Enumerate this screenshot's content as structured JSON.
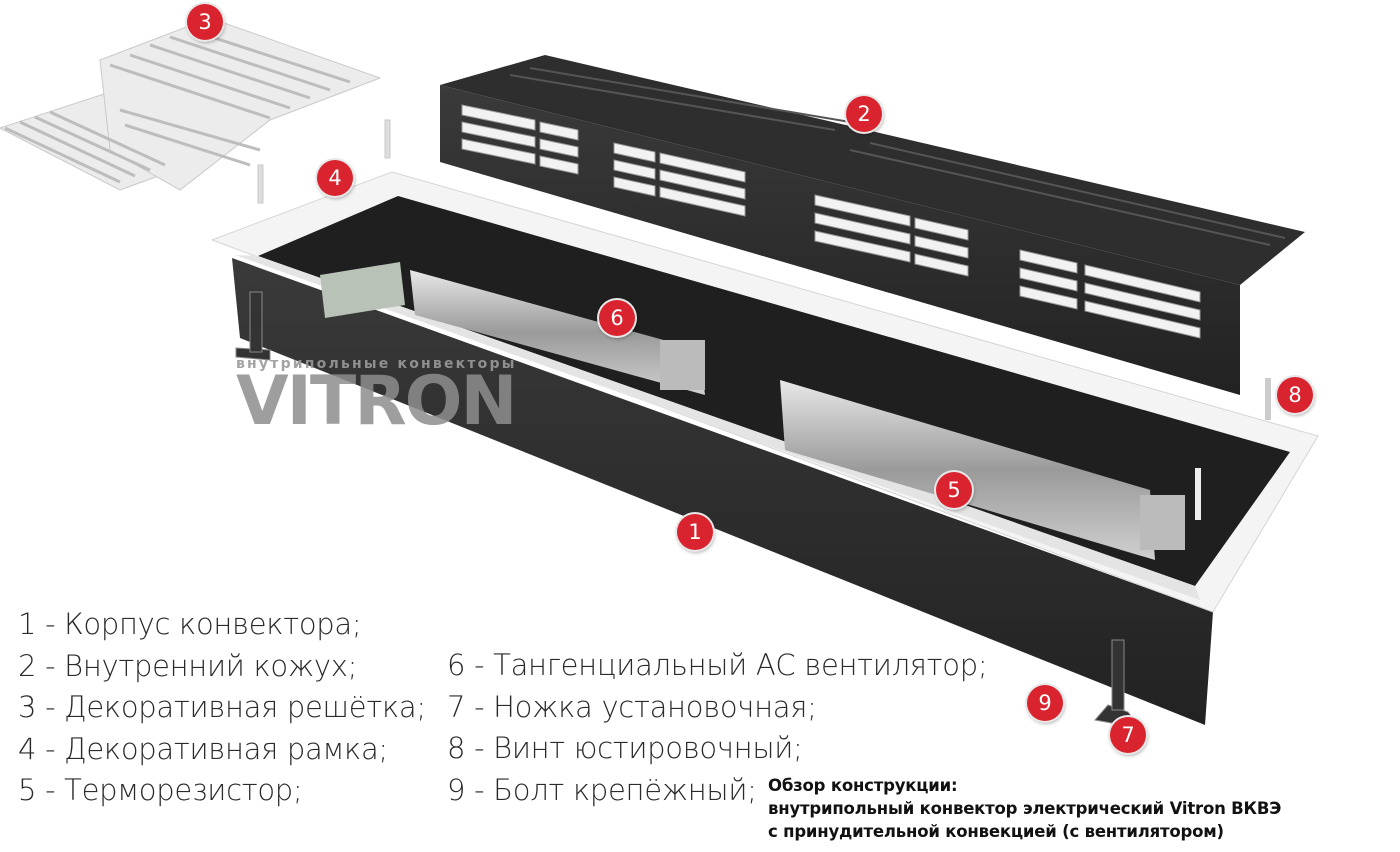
{
  "legend": {
    "left": [
      "1 - Корпус конвектора;",
      "2 - Внутренний кожух;",
      "3 - Декоративная решётка;",
      "4 - Декоративная рамка;",
      "5 - Терморезистор;"
    ],
    "right": [
      "6 - Тангенциальный АС вентилятор;",
      "7 - Ножка установочная;",
      "8 - Винт юстировочный;",
      "9 - Болт крепёжный;"
    ]
  },
  "badges": [
    "1",
    "2",
    "3",
    "4",
    "5",
    "6",
    "7",
    "8",
    "9"
  ],
  "caption": {
    "line1": "Обзор конструкции:",
    "line2": "внутрипольный конвектор электрический Vitron ВКВЭ",
    "line3": "с принудительной конвекцией (с вентилятором)"
  },
  "logo": {
    "subtitle": "внутрипольные конвекторы",
    "name": "VITRON"
  },
  "colors": {
    "badge": "#d9232e",
    "body": "#2b2b2b",
    "frame": "#f4f4f4"
  }
}
